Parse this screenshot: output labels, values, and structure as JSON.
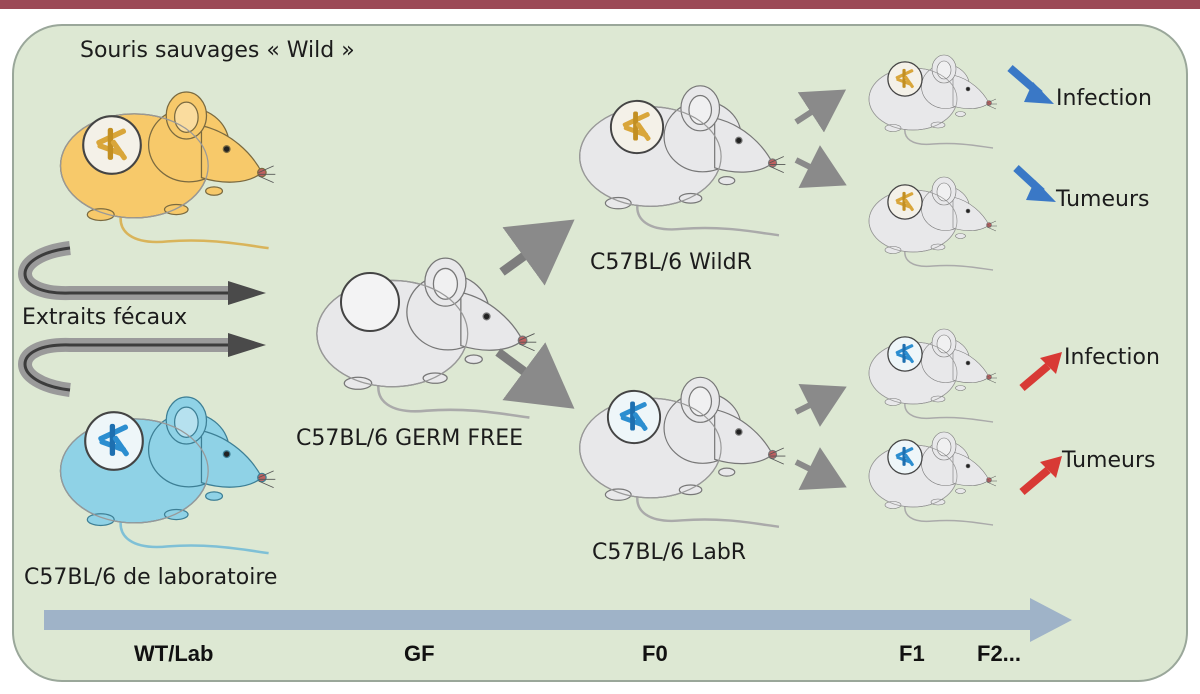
{
  "title": "Souris sauvages « Wild »",
  "labels": {
    "fecal": "Extraits fécaux",
    "lab_mouse": "C57BL/6 de laboratoire",
    "germ_free": "C57BL/6 GERM FREE",
    "wildr": "C57BL/6 WildR",
    "labr": "C57BL/6 LabR"
  },
  "outcomes": [
    {
      "label": "Infection",
      "trend": "down",
      "color": "#3a78c6"
    },
    {
      "label": "Tumeurs",
      "trend": "down",
      "color": "#3a78c6"
    },
    {
      "label": "Infection",
      "trend": "up",
      "color": "#d83a35"
    },
    {
      "label": "Tumeurs",
      "trend": "up",
      "color": "#d83a35"
    }
  ],
  "timeline": [
    "WT/Lab",
    "GF",
    "F0",
    "F1",
    "F2..."
  ],
  "colors": {
    "frame": "#9c4a57",
    "panel": "#dde8d3",
    "wild_mouse": "#f7c96a",
    "lab_mouse": "#8fd2e6",
    "white_mouse": "#e8e8ea",
    "timeline_arrow": "#9fb3c8",
    "grey_arrow": "#8a8a8a"
  }
}
